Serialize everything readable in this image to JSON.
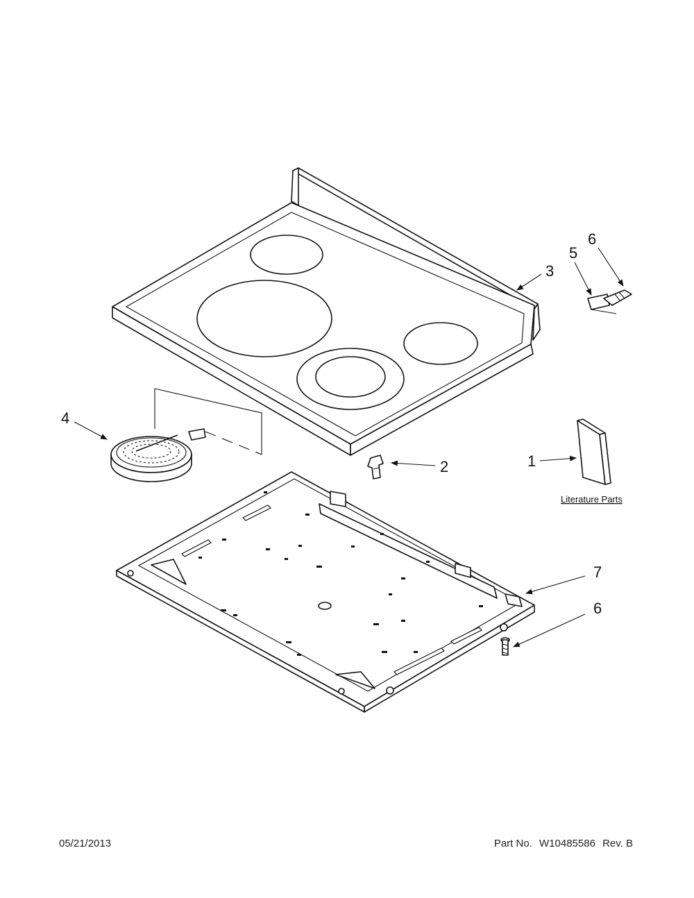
{
  "footer": {
    "date": "05/21/2013",
    "part_label": "Part No.",
    "part_number": "W10485586",
    "revision": "Rev. B"
  },
  "literature": {
    "label": "Literature Parts"
  },
  "callouts": {
    "c1": "1",
    "c2": "2",
    "c3": "3",
    "c4": "4",
    "c5": "5",
    "c6_top": "6",
    "c7": "7",
    "c6_bottom": "6"
  }
}
